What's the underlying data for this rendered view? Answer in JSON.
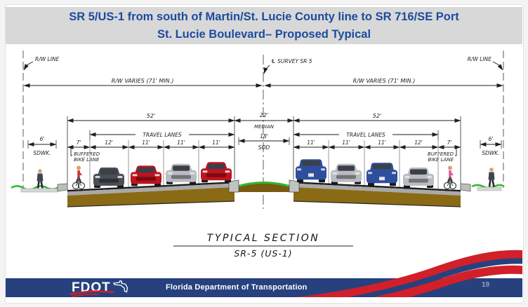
{
  "title": {
    "line1": "SR 5/US-1 from south of Martin/St. Lucie County line to SR 716/SE Port",
    "line2": "St. Lucie Boulevard– Proposed Typical"
  },
  "diagram": {
    "rw_line": "R/W LINE",
    "survey_label": "℄ SURVEY SR 5",
    "rw_varies": "R/W VARIES (71' MIN.)",
    "left": {
      "overall": "52'",
      "travel": "TRAVEL LANES",
      "lanes": [
        "7'",
        "12'",
        "11'",
        "11'",
        "11'"
      ],
      "bike1": "BUFFERED",
      "bike2": "BIKE LANE",
      "swk_w": "6'",
      "swk": "SDWK."
    },
    "median": {
      "width": "22'",
      "label": "MEDIAN",
      "inner": "18'",
      "surface": "SOD"
    },
    "right": {
      "overall": "52'",
      "travel": "TRAVEL LANES",
      "lanes": [
        "11'",
        "11'",
        "11'",
        "12'",
        "7'"
      ],
      "bike1": "BUFFERED",
      "bike2": "BIKE LANE",
      "swk_w": "6'",
      "swk": "SDWK."
    },
    "caption": {
      "line1": "TYPICAL SECTION",
      "line2": "SR-5 (US-1)"
    }
  },
  "footer": {
    "logo": "FDOT",
    "agency": "Florida Department of Transportation",
    "page": "19"
  },
  "colors": {
    "title_text": "#1c4b9e",
    "title_bg": "#d8d8d8",
    "footer_bg": "#26417e",
    "accent_red": "#d1202a",
    "grass_green": "#2eb82e",
    "asphalt": "#1d1d1d",
    "base_brown": "#8a6a15"
  }
}
